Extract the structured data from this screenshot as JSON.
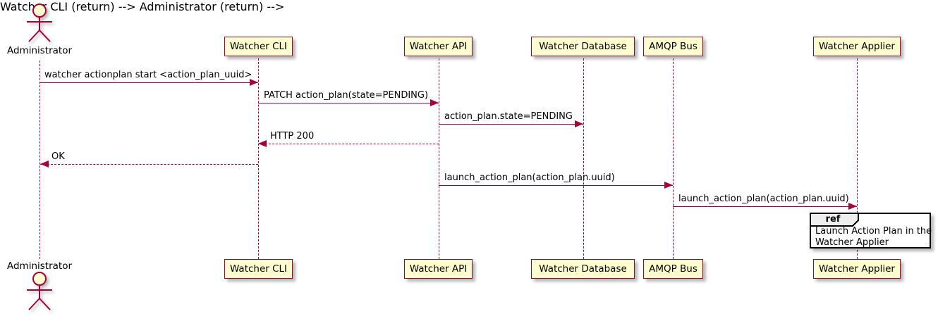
{
  "diagram_type": "uml-sequence-diagram",
  "actor": {
    "name": "Administrator"
  },
  "participants": [
    {
      "name": "Watcher CLI"
    },
    {
      "name": "Watcher API"
    },
    {
      "name": "Watcher Database"
    },
    {
      "name": "AMQP Bus"
    },
    {
      "name": "Watcher Applier"
    }
  ],
  "messages": [
    {
      "from": "Administrator",
      "to": "Watcher CLI",
      "text": "watcher actionplan start <action_plan_uuid>",
      "style": "solid"
    },
    {
      "from": "Watcher CLI",
      "to": "Watcher API",
      "text": "PATCH action_plan(state=PENDING)",
      "style": "solid"
    },
    {
      "from": "Watcher API",
      "to": "Watcher Database",
      "text": "action_plan.state=PENDING",
      "style": "solid"
    },
    {
      "from": "Watcher API",
      "to": "Watcher CLI",
      "text": "HTTP 200",
      "style": "dashed"
    },
    {
      "from": "Watcher CLI",
      "to": "Administrator",
      "text": "OK",
      "style": "dashed"
    },
    {
      "from": "Watcher API",
      "to": "AMQP Bus",
      "text": "launch_action_plan(action_plan.uuid)",
      "style": "solid"
    },
    {
      "from": "AMQP Bus",
      "to": "Watcher Applier",
      "text": "launch_action_plan(action_plan.uuid)",
      "style": "solid"
    }
  ],
  "ref_fragment": {
    "tag": "ref",
    "line1": "Launch Action Plan in the",
    "line2": "Watcher Applier",
    "over": "Watcher Applier"
  },
  "colors": {
    "participant_fill": "#FEFECE",
    "participant_border": "#A80036",
    "arrow": "#A80036",
    "lifeline": "#A80036",
    "ref_border": "#000000",
    "ref_tab_fill": "#EEEEEE",
    "background": "#FFFFFF"
  }
}
